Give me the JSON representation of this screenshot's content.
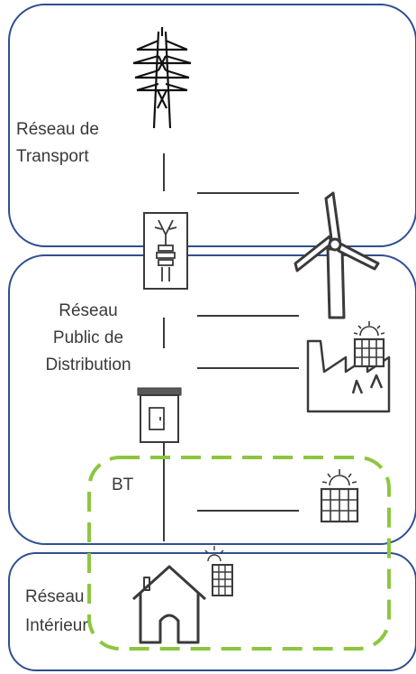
{
  "zones": {
    "transport": {
      "label_line1": "Réseau de",
      "label_line2": "Transport"
    },
    "distribution": {
      "label_line1": "Réseau",
      "label_line2": "Public de",
      "label_line3": "Distribution"
    },
    "bt": {
      "label": "BT"
    },
    "interior": {
      "label_line1": "Réseau",
      "label_line2": "Intérieur"
    }
  },
  "colors": {
    "zone_border": "#2f4f8f",
    "bt_border": "#8dc63f",
    "line": "#3a3a3a",
    "icon": "#3a3a3a"
  },
  "icons": [
    "pylon-icon",
    "substation-transformer-icon",
    "wind-turbine-icon",
    "factory-icon",
    "solar-panel-icon",
    "distribution-cabinet-icon",
    "house-icon"
  ]
}
